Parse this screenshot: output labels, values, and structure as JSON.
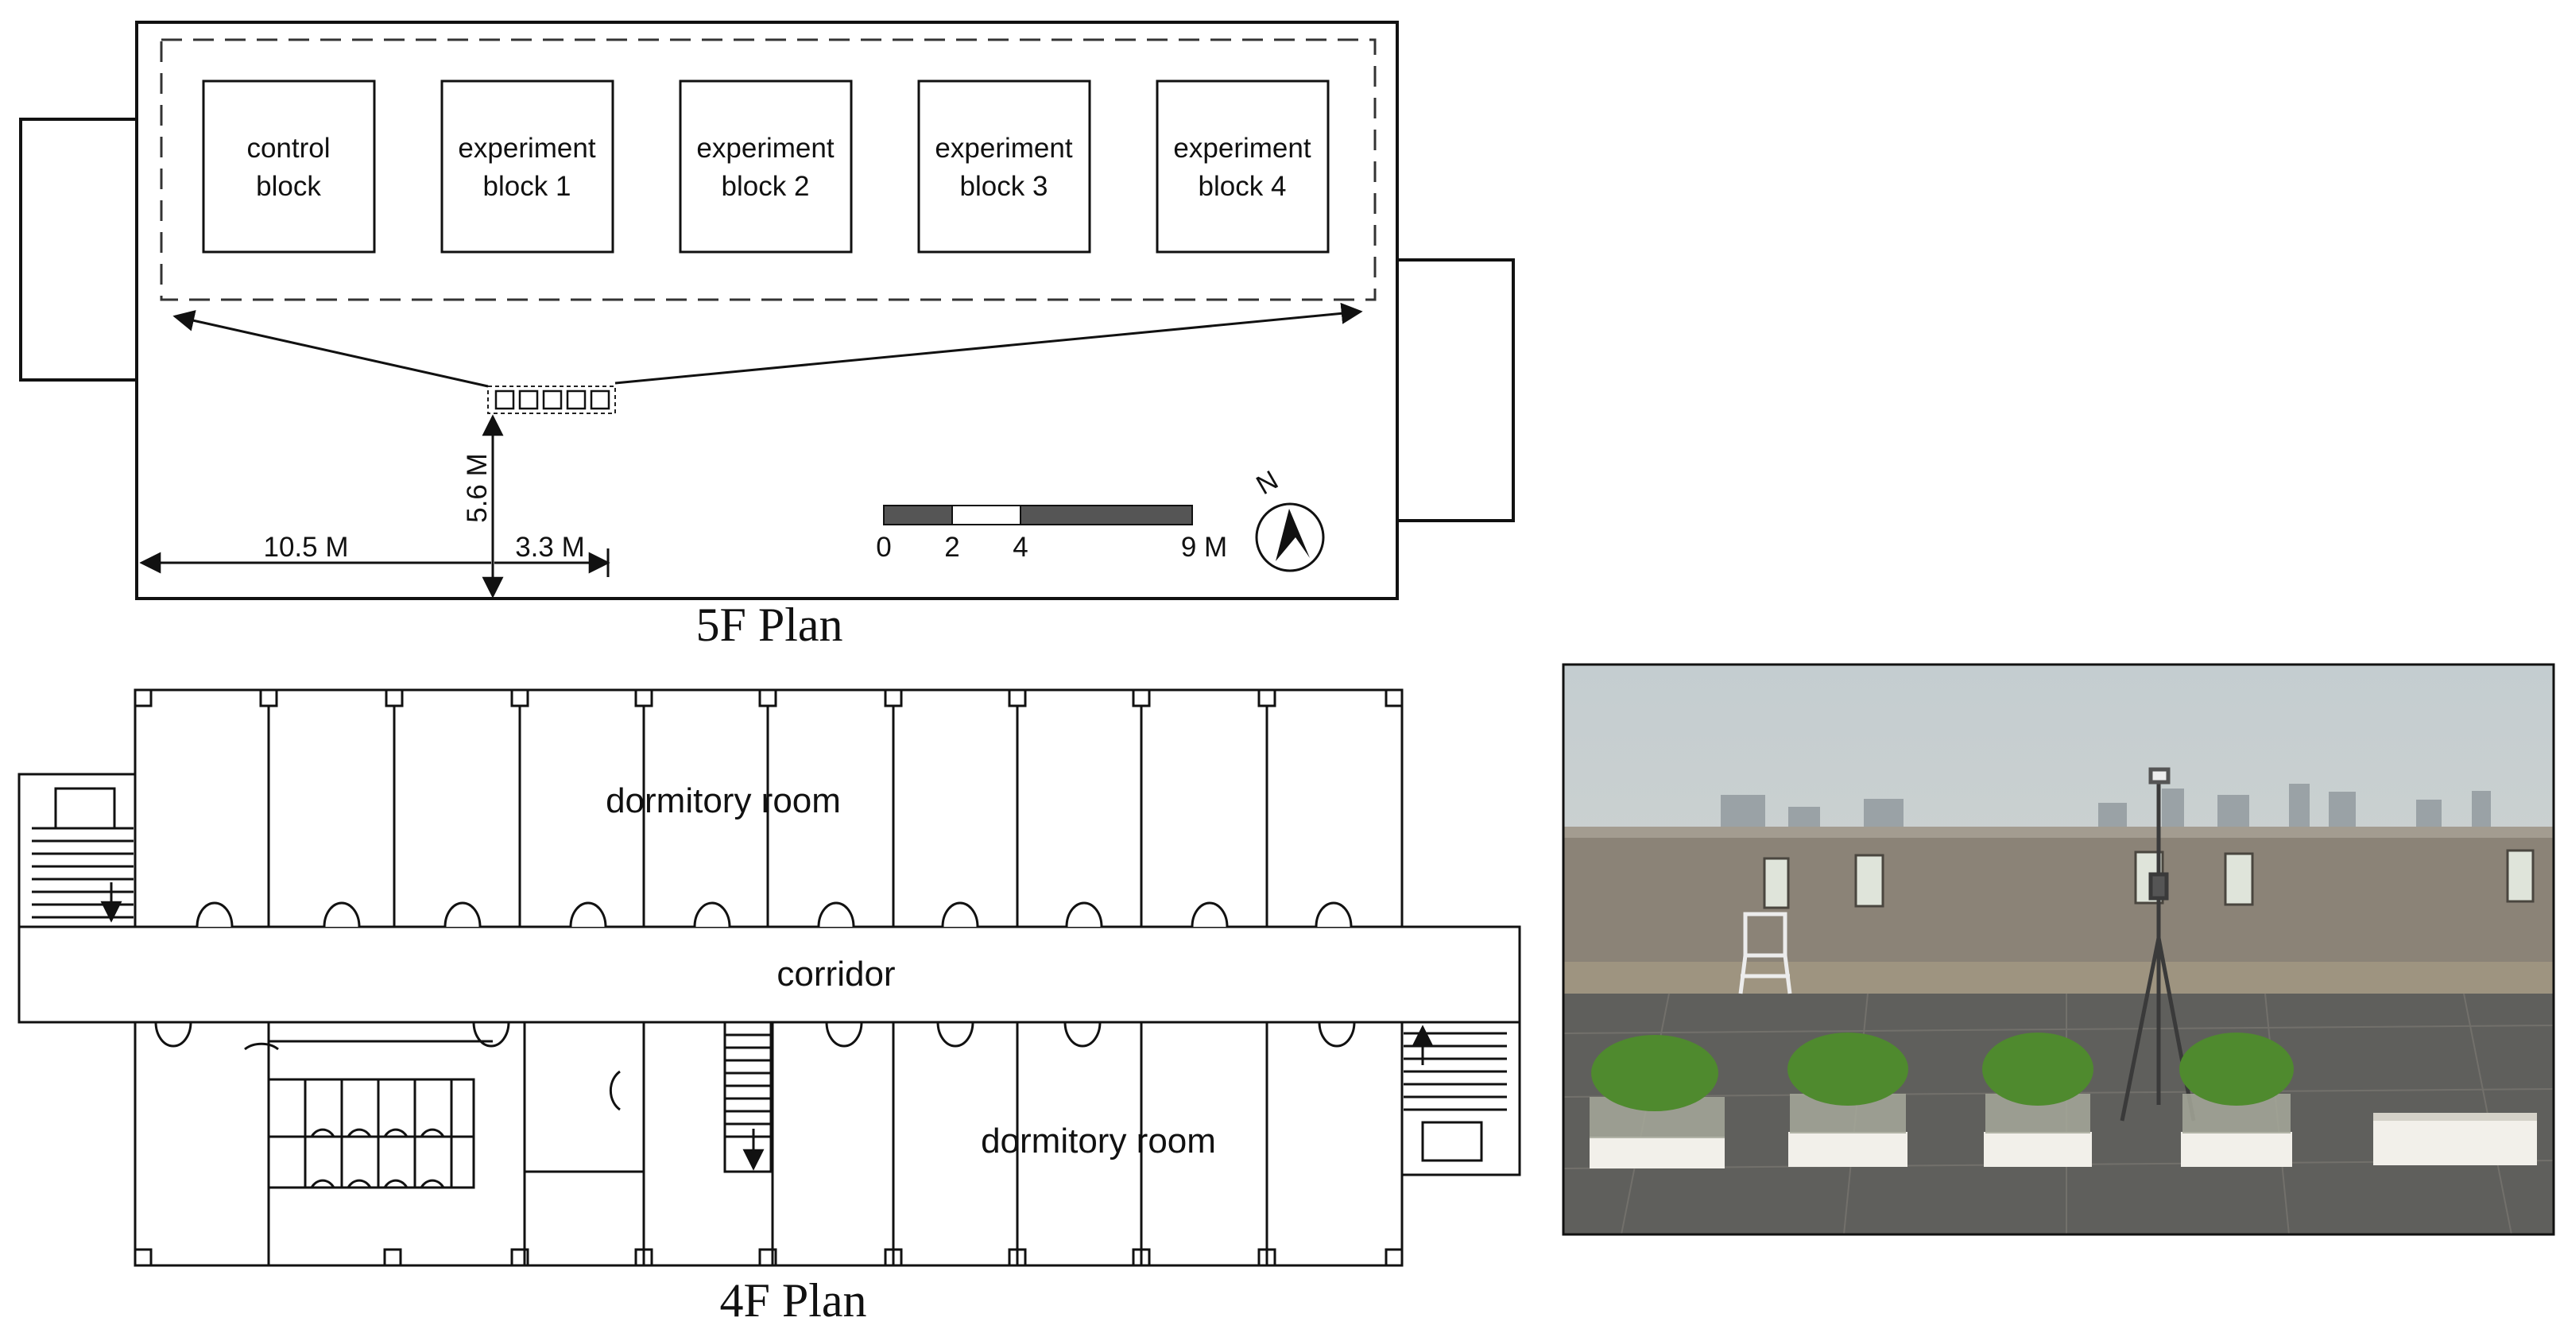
{
  "plan_5f": {
    "caption": "5F Plan",
    "blocks": [
      {
        "line1": "control",
        "line2": "block"
      },
      {
        "line1": "experiment",
        "line2": "block 1"
      },
      {
        "line1": "experiment",
        "line2": "block 2"
      },
      {
        "line1": "experiment",
        "line2": "block 3"
      },
      {
        "line1": "experiment",
        "line2": "block 4"
      }
    ],
    "dimensions": {
      "west": "10.5 M",
      "east": "3.3 M",
      "north": "5.6 M"
    },
    "scale_bar": {
      "labels": [
        "0",
        "2",
        "4",
        "9 M"
      ]
    },
    "north_arrow": {
      "label": "N",
      "icon": "north-arrow-icon"
    }
  },
  "plan_4f": {
    "caption": "4F Plan",
    "labels": {
      "room_north": "dormitory room",
      "corridor": "corridor",
      "room_south": "dormitory room"
    }
  },
  "photo": {
    "subject": "rooftop-planter-boxes-photo",
    "colors": {
      "sky": "#c9d3d6",
      "wall": "#8b8377",
      "floor": "#5f5f5c",
      "plants": "#4f8a2e",
      "base": "#f2f0ea"
    }
  }
}
